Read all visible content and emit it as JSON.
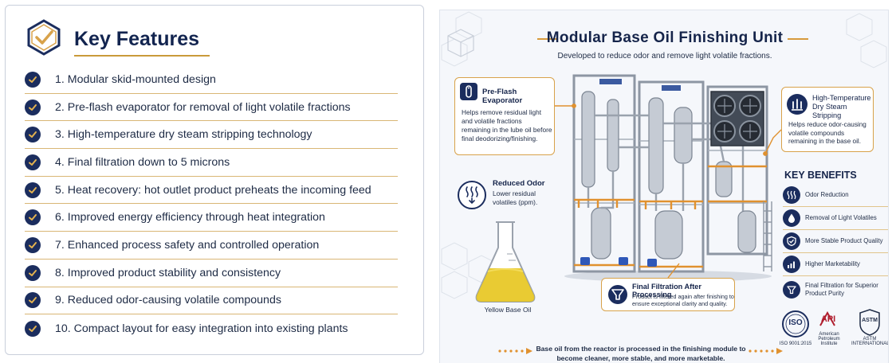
{
  "key_features": {
    "title": "Key Features",
    "items": [
      "1.  Modular skid-mounted design",
      "2.  Pre-flash evaporator for removal of light volatile fractions",
      "3.  High-temperature dry steam stripping technology",
      "4.  Final filtration down to 5 microns",
      "5.  Heat recovery: hot outlet product preheats the incoming feed",
      "6.  Improved energy efficiency through heat integration",
      "7.  Enhanced process safety and controlled operation",
      "8.  Improved product stability and consistency",
      "9.  Reduced odor-causing volatile compounds",
      "10.  Compact layout for easy integration into existing plants"
    ]
  },
  "infographic": {
    "title": "Modular Base Oil Finishing Unit",
    "subtitle": "Developed to reduce odor and remove light volatile fractions.",
    "pre_flash": {
      "title": "Pre-Flash Evaporator",
      "body": "Helps remove residual light and volatile fractions remaining in the lube oil before final deodorizing/finishing."
    },
    "steam_stripping": {
      "title": "High-Temperature Dry Steam Stripping",
      "body": "Helps reduce odor-causing volatile compounds remaining in the base oil."
    },
    "reduced_odor": {
      "title": "Reduced Odor",
      "body": "Lower residual volatiles (ppm)."
    },
    "flask_label": "Yellow Base Oil",
    "final_filtration": {
      "title": "Final Filtration After Processing",
      "body": "Product is filtered again after finishing to ensure exceptional clarity and quality."
    },
    "key_benefits": {
      "title": "KEY BENEFITS",
      "items": [
        "Odor Reduction",
        "Removal of Light Volatiles",
        "More Stable Product Quality",
        "Higher Marketability",
        "Final Filtration for Superior Product Purity"
      ]
    },
    "logos": {
      "iso_mark": "ISO",
      "iso_caption": "ISO 9001:2015",
      "api_mark": "API",
      "api_caption": "American Petroleum Institute",
      "astm_mark": "ASTM",
      "astm_caption": "ASTM INTERNATIONAL"
    },
    "bottom_note": "Base oil from the reactor is processed in the finishing module to become cleaner, more stable, and more marketable.",
    "colors": {
      "navy": "#1b2d5e",
      "gold": "#d8a24a",
      "oil": "#e7c51d"
    }
  }
}
